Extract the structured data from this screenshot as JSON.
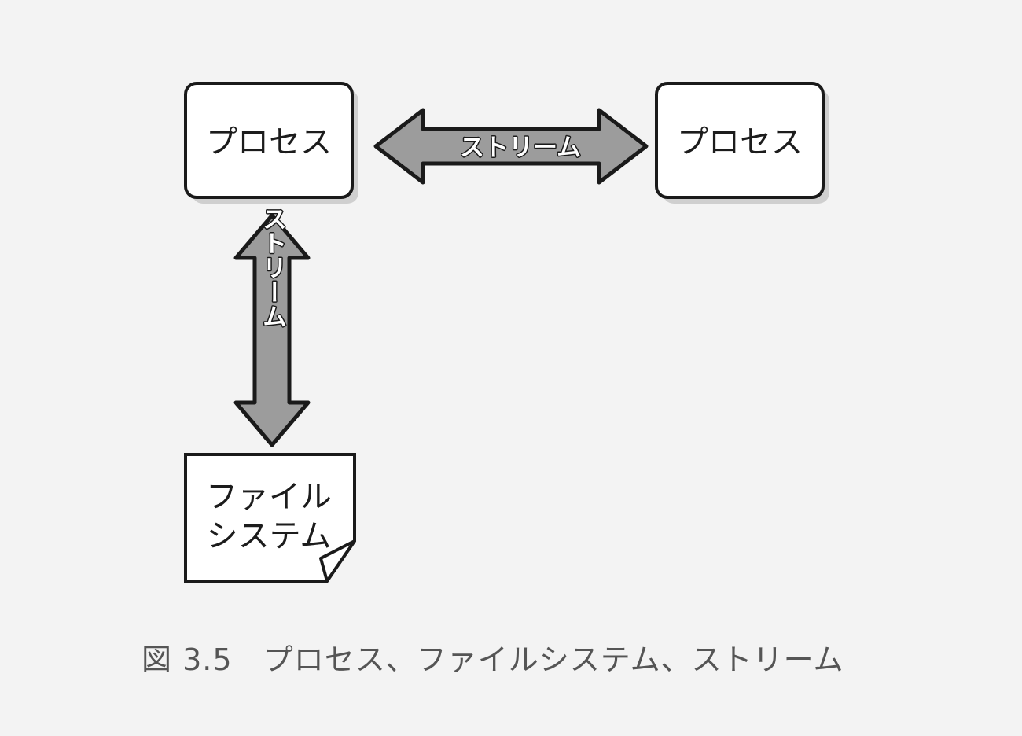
{
  "diagram": {
    "process_left": "プロセス",
    "process_right": "プロセス",
    "stream_horizontal": "ストリーム",
    "stream_vertical": "ストリーム",
    "filesystem_line1": "ファイル",
    "filesystem_line2": "システム"
  },
  "caption": {
    "figure_number": "図 3.5",
    "text": "プロセス、ファイルシステム、ストリーム"
  }
}
